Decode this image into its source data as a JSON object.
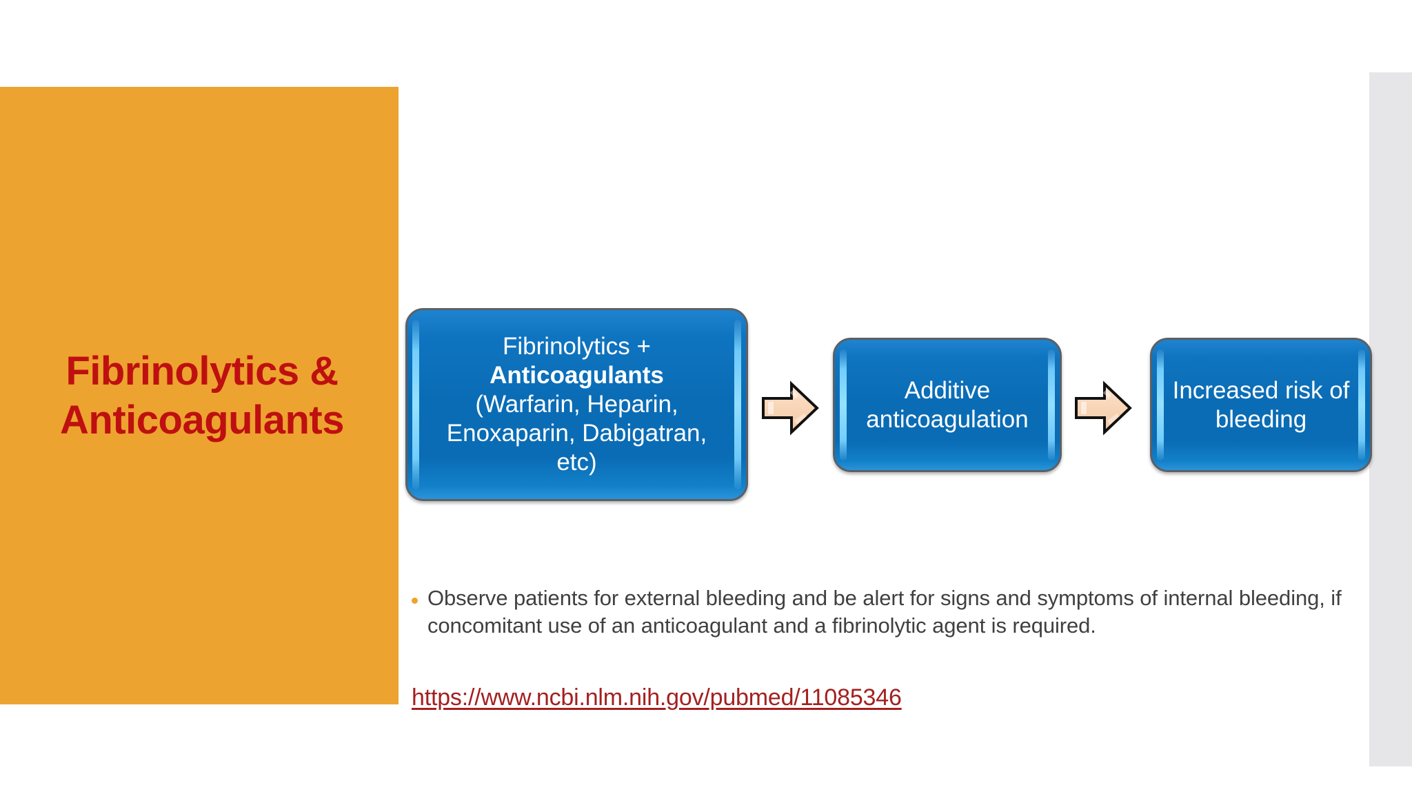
{
  "slide": {
    "title_line1": "Fibrinolytics &",
    "title_line2": "Anticoagulants",
    "title_color": "#be1010",
    "panel_color": "#eda32f",
    "background_color": "#ffffff",
    "accent_strip_color": "#e6e6e8"
  },
  "diagram": {
    "box1": {
      "line1": "Fibrinolytics +",
      "line2": "Anticoagulants",
      "line3": "(Warfarin, Heparin,",
      "line4": "Enoxaparin, Dabigatran,",
      "line5": "etc)",
      "fill_color": "#0a6cb5",
      "text_color": "#ffffff"
    },
    "box2": {
      "line1": "Additive",
      "line2": "anticoagulation",
      "fill_color": "#0a6cb5",
      "text_color": "#ffffff"
    },
    "box3": {
      "line1": "Increased risk of",
      "line2": "bleeding",
      "fill_color": "#0a6cb5",
      "text_color": "#ffffff"
    },
    "arrow1": {
      "icon": "right-arrow-icon",
      "fill_color": "#f8d8bc"
    },
    "arrow2": {
      "icon": "right-arrow-icon",
      "fill_color": "#f8d8bc"
    }
  },
  "body": {
    "bullet_marker": "bullet-dot-icon",
    "bullet_color": "#eda32f",
    "bullet_text": "Observe patients for external bleeding and be alert for signs and symptoms of internal bleeding, if concomitant use of an anticoagulant and a fibrinolytic agent is required.",
    "text_color": "#404040",
    "link_text": "https://www.ncbi.nlm.nih.gov/pubmed/11085346",
    "link_color": "#a32020"
  }
}
